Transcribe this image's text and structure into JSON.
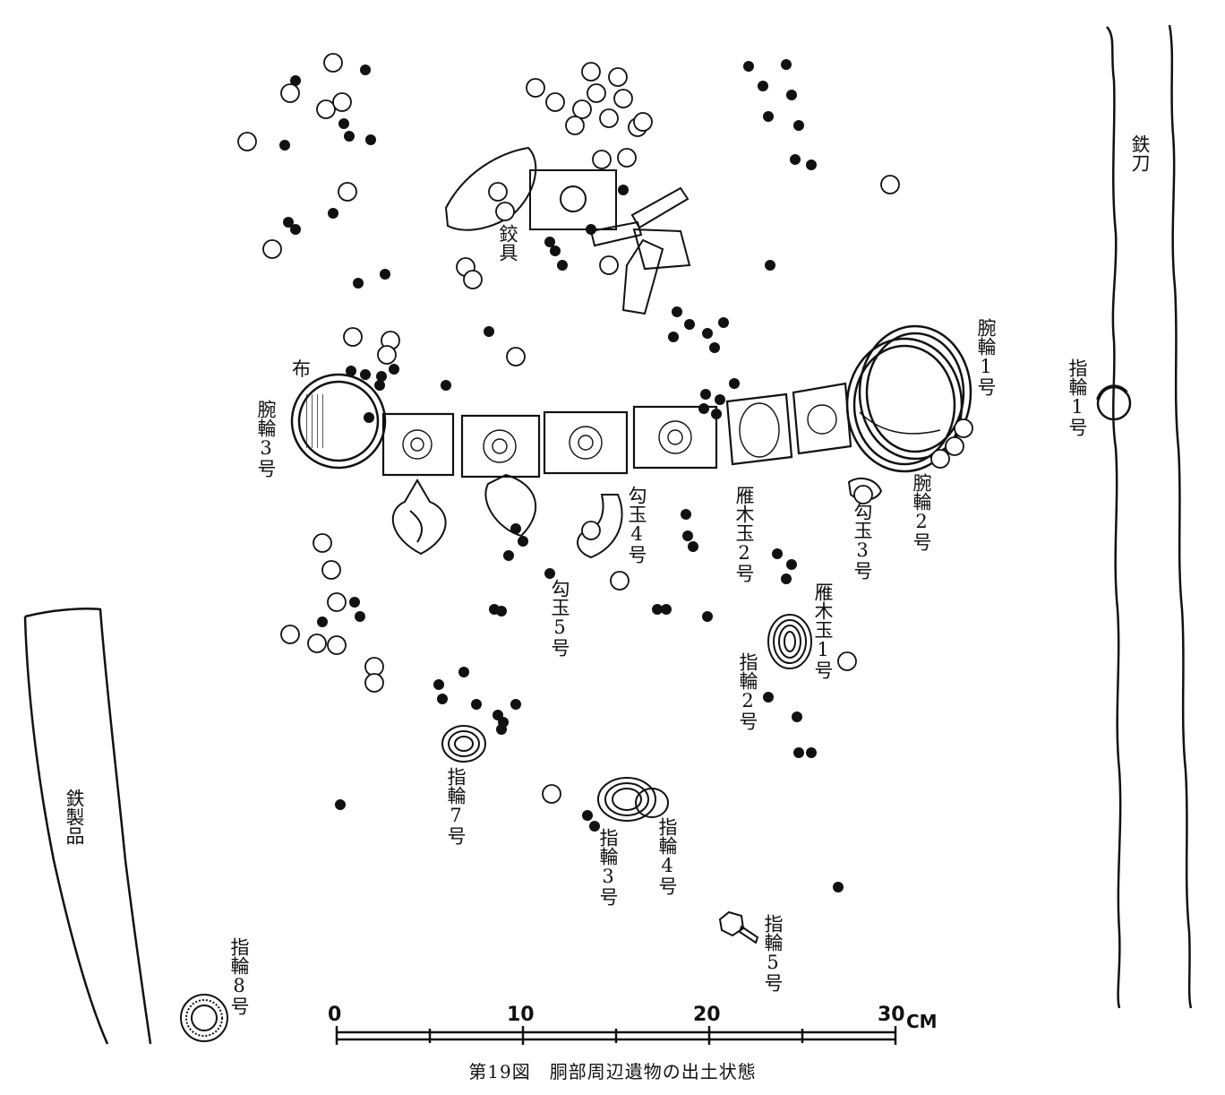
{
  "labels": {
    "tekkatana": "鉄刀",
    "kougu": "鉸具",
    "nuno": "布",
    "wanwa1": "腕輪1号",
    "wanwa2": "腕輪2号",
    "wanwa3": "腕輪3号",
    "yubiwa1": "指輪1号",
    "yubiwa2": "指輪2号",
    "yubiwa3": "指輪3号",
    "yubiwa4": "指輪4号",
    "yubiwa5": "指輪5号",
    "yubiwa7": "指輪7号",
    "yubiwa8": "指輪8号",
    "magatama3": "勾玉3号",
    "magatama4": "勾玉4号",
    "magatama5": "勾玉5号",
    "ganmokudama1": "雁木玉1号",
    "ganmokudama2": "雁木玉2号",
    "tetsuseihin": "鉄製品"
  },
  "scale": {
    "ticks": [
      "0",
      "10",
      "20",
      "30"
    ],
    "unit": "CM"
  },
  "caption": "第19図　胴部周辺遺物の出土状態",
  "colors": {
    "ink": "#111111",
    "paper": "#ffffff"
  }
}
